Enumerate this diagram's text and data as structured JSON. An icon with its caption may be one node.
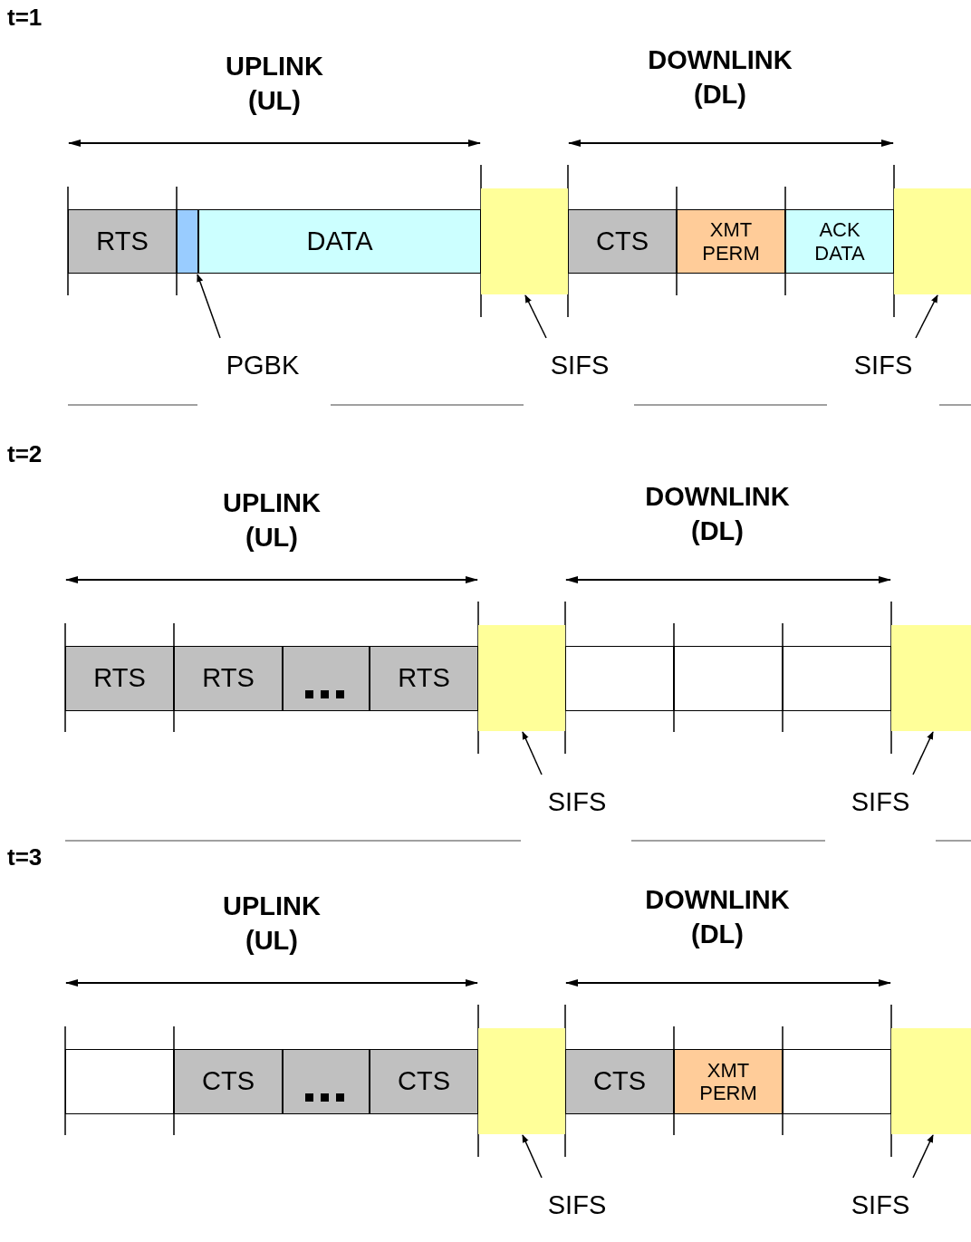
{
  "diagram": {
    "nodes": [
      {
        "text": [
          "RTS"
        ]
      },
      {
        "text": [],
        "shape": "box"
      },
      {
        "text": [
          "DATA"
        ]
      },
      {
        "text": [],
        "shape": "box"
      },
      {
        "text": [
          "CTS"
        ]
      },
      {
        "text": [
          "XMT PERM"
        ]
      },
      {
        "text": [
          "ACK DATA"
        ]
      },
      {
        "text": [],
        "shape": "box"
      },
      {
        "text": [
          "PGBK"
        ]
      },
      {
        "text": [
          "SIFS"
        ]
      },
      {
        "text": [
          "SIFS"
        ]
      },
      {
        "text": [
          "RTS"
        ]
      },
      {
        "text": [
          "RTS"
        ]
      },
      {
        "text": [],
        "shape": "box"
      },
      {
        "text": [
          "RTS"
        ]
      },
      {
        "text": [],
        "shape": "box"
      },
      {
        "text": [],
        "shape": "box"
      },
      {
        "text": [],
        "shape": "box"
      },
      {
        "text": [],
        "shape": "box"
      },
      {
        "text": [],
        "shape": "box"
      },
      {
        "text": [
          "SIFS"
        ]
      },
      {
        "text": [
          "SIFS"
        ]
      },
      {
        "text": [],
        "shape": "box"
      },
      {
        "text": [
          "CTS"
        ]
      },
      {
        "text": [],
        "shape": "box"
      },
      {
        "text": [
          "CTS"
        ]
      },
      {
        "text": [],
        "shape": "box"
      },
      {
        "text": [
          "CTS"
        ]
      },
      {
        "text": [
          "XMT PERM"
        ]
      },
      {
        "text": [],
        "shape": "box"
      },
      {
        "text": [],
        "shape": "box"
      },
      {
        "text": [
          "SIFS"
        ]
      },
      {
        "text": [
          "SIFS"
        ]
      }
    ],
    "edges": [
      {
        "from": 8,
        "to": 1,
        "arrow": "to"
      },
      {
        "from": 9,
        "to": 3,
        "arrow": "to"
      },
      {
        "from": 10,
        "to": 7,
        "arrow": "to"
      },
      {
        "from": 20,
        "to": 15,
        "arrow": "to"
      },
      {
        "from": 21,
        "to": 19,
        "arrow": "to"
      },
      {
        "from": 31,
        "to": 26,
        "arrow": "to"
      },
      {
        "from": 32,
        "to": 30,
        "arrow": "to"
      }
    ],
    "labels": [
      "t=1",
      "UPLINK (UL)",
      "DOWNLINK (DL)",
      "t=2",
      "UPLINK (UL)",
      "DOWNLINK (DL)",
      "t=3",
      "UPLINK (UL)",
      "DOWNLINK (DL)"
    ]
  }
}
